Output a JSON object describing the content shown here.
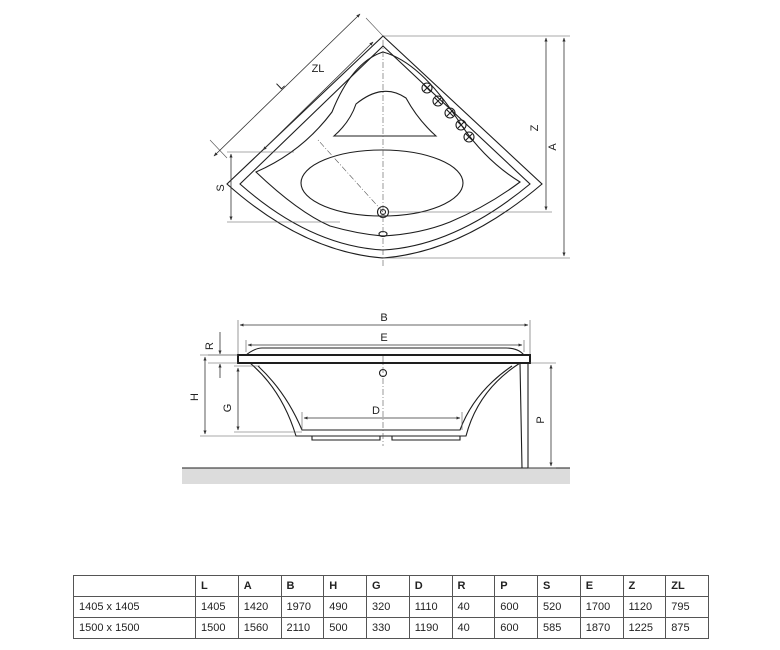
{
  "dimension_labels": {
    "L": "L",
    "ZL": "ZL",
    "Z": "Z",
    "A": "A",
    "S": "S",
    "B": "B",
    "E": "E",
    "R": "R",
    "H": "H",
    "G": "G",
    "D": "D",
    "P": "P"
  },
  "table": {
    "headers": [
      "",
      "L",
      "A",
      "B",
      "H",
      "G",
      "D",
      "R",
      "P",
      "S",
      "E",
      "Z",
      "ZL"
    ],
    "rows": [
      [
        "1405 x 1405",
        "1405",
        "1420",
        "1970",
        "490",
        "320",
        "1110",
        "40",
        "600",
        "520",
        "1700",
        "1120",
        "795"
      ],
      [
        "1500 x 1500",
        "1500",
        "1560",
        "2110",
        "500",
        "330",
        "1190",
        "40",
        "600",
        "585",
        "1870",
        "1225",
        "875"
      ]
    ]
  }
}
